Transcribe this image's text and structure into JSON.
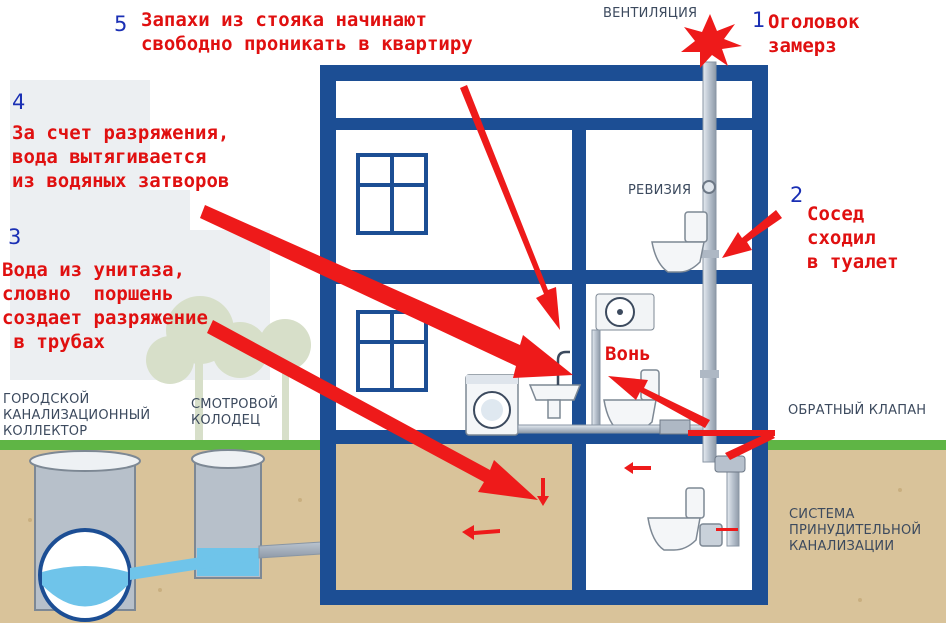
{
  "annotations": {
    "a1": {
      "number": "1",
      "text": "Оголовок\nзамерз"
    },
    "a2": {
      "number": "2",
      "text": "Сосед\nсходил\nв туалет"
    },
    "a3": {
      "number": "3",
      "text": "Вода из унитаза,\nсловно  поршень\nсоздает разряжение\n в трубах"
    },
    "a4": {
      "number": "4",
      "text": "За счет разряжения,\nвода вытягивается\nиз водяных затворов"
    },
    "a5": {
      "number": "5",
      "text": "Запахи из стояка начинают\nсвободно проникать в квартиру"
    },
    "smell": "Вонь"
  },
  "labels": {
    "ventilation": "ВЕНТИЛЯЦИЯ",
    "revision": "РЕВИЗИЯ",
    "check_valve": "ОБРАТНЫЙ КЛАПАН",
    "forced_sewer": "СИСТЕМА\nПРИНУДИТЕЛЬНОЙ\nКАНАЛИЗАЦИИ",
    "collector": "ГОРОДСКОЙ\nКАНАЛИЗАЦИОННЫЙ\nКОЛЛЕКТОР",
    "well": "СМОТРОВОЙ\nКОЛОДЕЦ"
  },
  "colors": {
    "building": "#1c4e94",
    "annotation": "#e01010",
    "number": "#1a2fb4",
    "ground": "#d9c39a",
    "grass": "#5fb545",
    "water": "#6fc4ea",
    "pipe": "#b9c3cf"
  }
}
